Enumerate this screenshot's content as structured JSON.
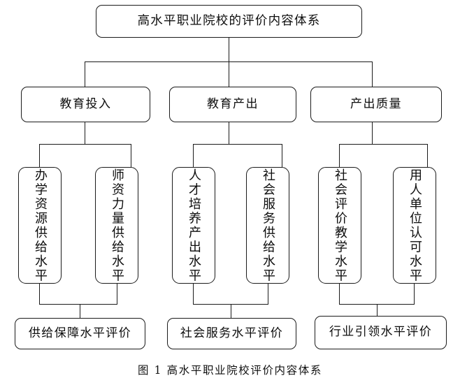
{
  "figure": {
    "caption": "图 1  高水平职业院校评价内容体系",
    "root": {
      "label": "高水平职业院校的评价内容体系"
    },
    "dimensions": {
      "branches": [
        {
          "id": "education-input",
          "label": "教育投入",
          "children": [
            {
              "id": "school-resource-supply-level",
              "label": "办学资源供给水平"
            },
            {
              "id": "teacher-strength-supply-level",
              "label": "师资力量供给水平"
            }
          ],
          "outcome": {
            "id": "supply-guarantee-level-evaluation",
            "label": "供给保障水平评价"
          }
        },
        {
          "id": "education-output",
          "label": "教育产出",
          "children": [
            {
              "id": "talent-cultivation-output-level",
              "label": "人才培养产出水平"
            },
            {
              "id": "social-service-supply-level",
              "label": "社会服务供给水平"
            }
          ],
          "outcome": {
            "id": "social-service-level-evaluation",
            "label": "社会服务水平评价"
          }
        },
        {
          "id": "output-quality",
          "label": "产出质量",
          "children": [
            {
              "id": "social-evaluation-teaching-level",
              "label": "社会评价教学水平"
            },
            {
              "id": "employer-recognition-level",
              "label": "用人单位认可水平"
            }
          ],
          "outcome": {
            "id": "industry-leadership-level-evaluation",
            "label": "行业引领水平评价"
          }
        }
      ]
    },
    "colors": {
      "line": "#1b1b1b",
      "box_fill": "#ffffff",
      "text": "#0d0d0d",
      "background": "#ffffff"
    }
  }
}
